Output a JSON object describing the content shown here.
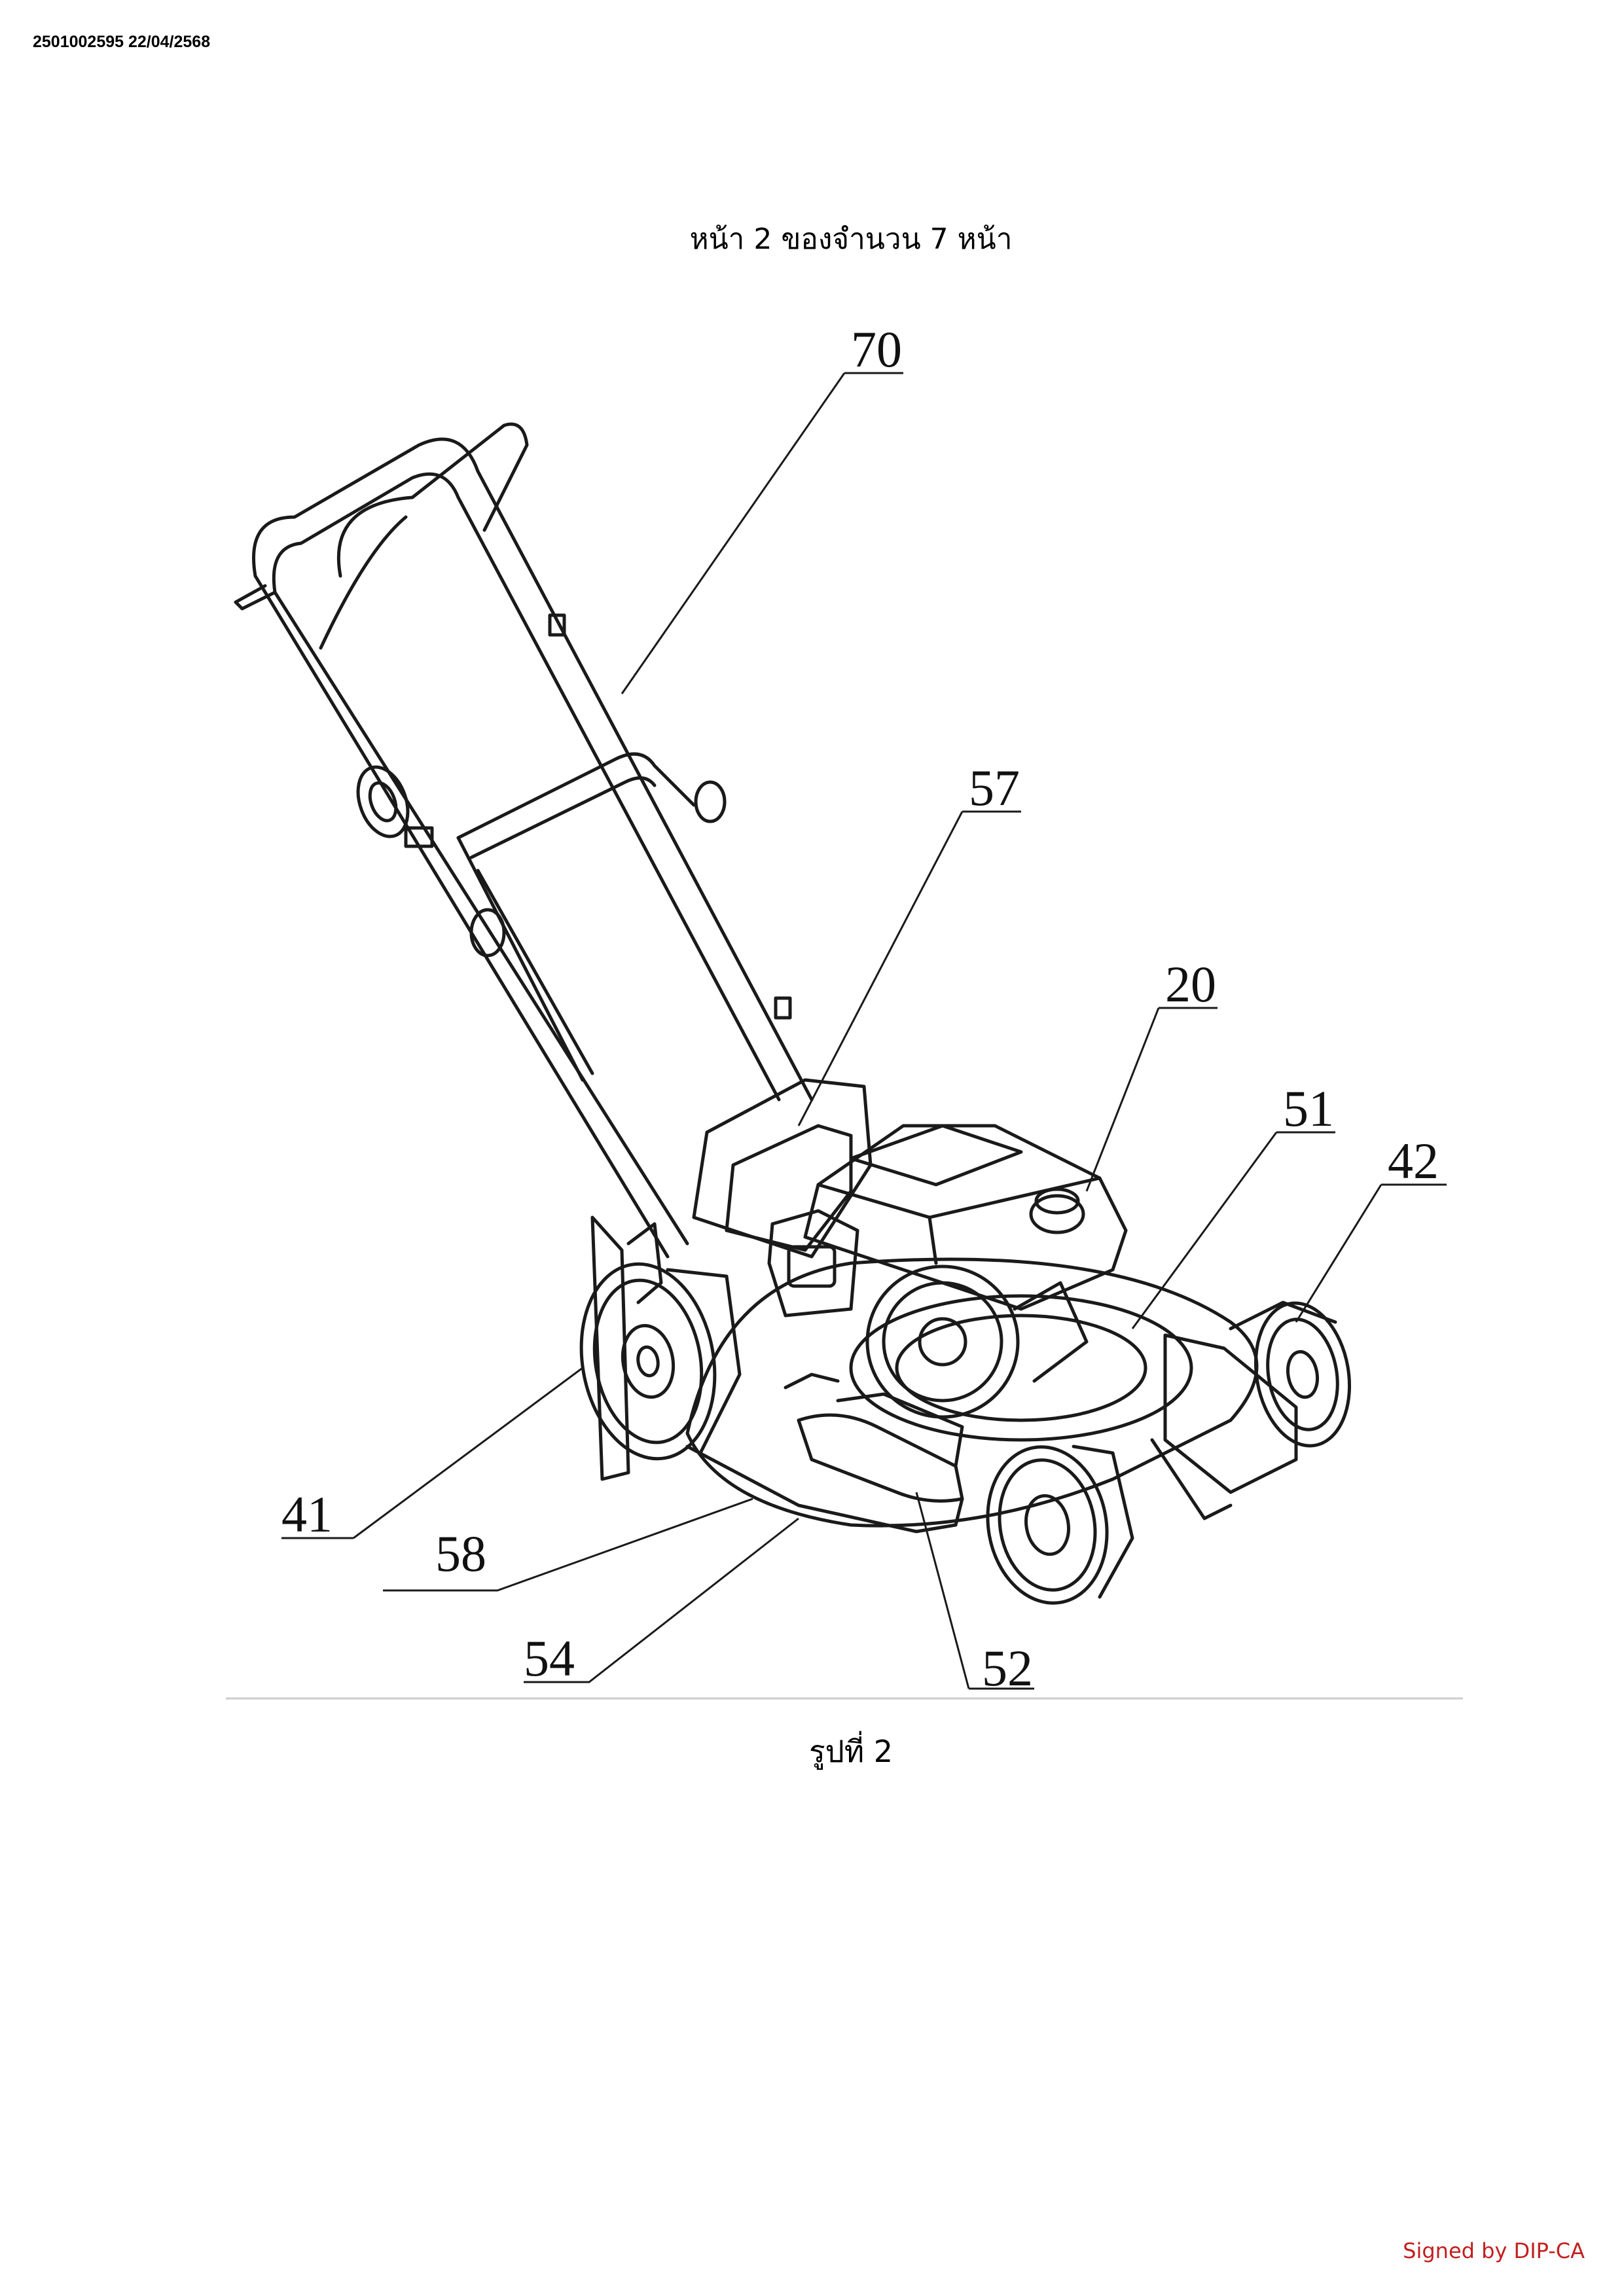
{
  "header": {
    "doc_id": "2501002595 22/04/2568"
  },
  "page": {
    "heading": "หน้า 2 ของจำนวน 7 หน้า"
  },
  "figure": {
    "caption": "รูปที่ 2",
    "callouts": [
      {
        "id": "callout-70",
        "label": "70"
      },
      {
        "id": "callout-57",
        "label": "57"
      },
      {
        "id": "callout-20",
        "label": "20"
      },
      {
        "id": "callout-51",
        "label": "51"
      },
      {
        "id": "callout-42",
        "label": "42"
      },
      {
        "id": "callout-41",
        "label": "41"
      },
      {
        "id": "callout-58",
        "label": "58"
      },
      {
        "id": "callout-54",
        "label": "54"
      },
      {
        "id": "callout-52",
        "label": "52"
      }
    ]
  },
  "footer": {
    "signed": "Signed by DIP-CA"
  }
}
